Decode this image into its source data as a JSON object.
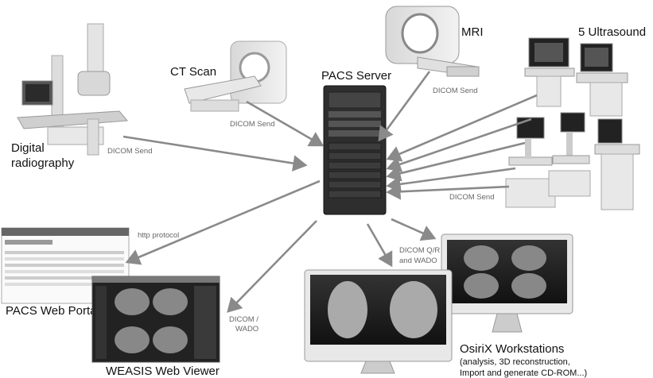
{
  "nodes": {
    "digital_radiography": {
      "label_line1": "Digital",
      "label_line2": "radiography"
    },
    "ct_scan": {
      "label": "CT Scan"
    },
    "mri": {
      "label": "MRI"
    },
    "ultrasound": {
      "label": "5 Ultrasound"
    },
    "pacs_server": {
      "label": "PACS Server"
    },
    "pacs_web_portal": {
      "label": "PACS Web Portal"
    },
    "weasis": {
      "label": "WEASIS Web Viewer"
    },
    "osirix": {
      "label": "OsiriX Workstations",
      "sub_line1": "(analysis, 3D reconstruction,",
      "sub_line2": "Import and generate CD-ROM...)"
    }
  },
  "edges": {
    "dicom_send_radiography": "DICOM Send",
    "dicom_send_ct": "DICOM Send",
    "dicom_send_mri": "DICOM Send",
    "dicom_send_ultrasound": "DICOM Send",
    "http_protocol": "http protocol",
    "dicom_wado_line1": "DICOM /",
    "dicom_wado_line2": "WADO",
    "dicom_qr_line1": "DICOM Q/R",
    "dicom_qr_line2": "and WADO"
  },
  "colors": {
    "arrow": "#8a8a8a",
    "label": "#111111",
    "edge_label": "#666666"
  }
}
